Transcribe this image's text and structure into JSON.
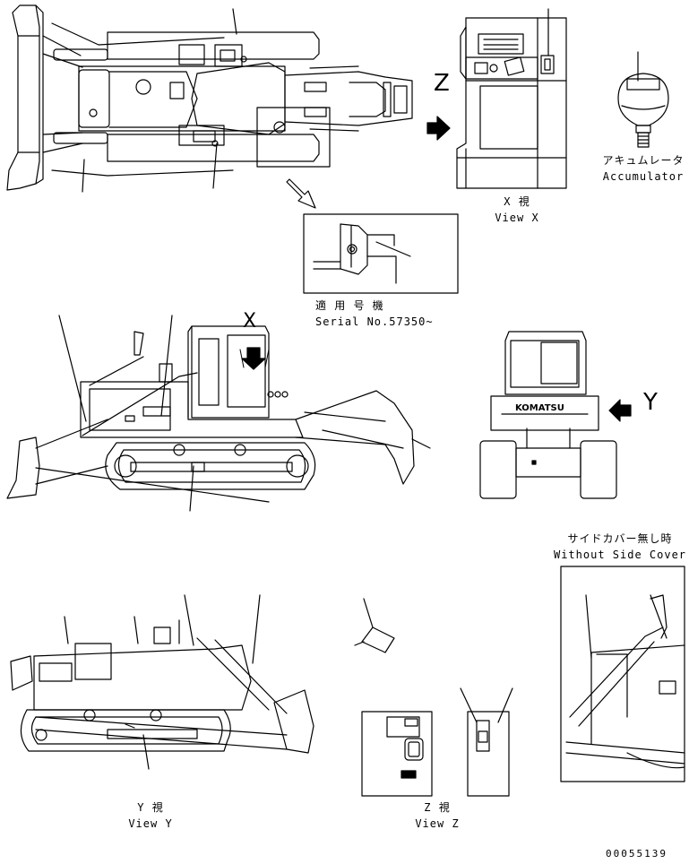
{
  "labels": {
    "view_x_jp": "X 視",
    "view_x_en": "View X",
    "accumulator_jp": "アキュムレータ",
    "accumulator_en": "Accumulator",
    "serial_jp": "適 用 号 機",
    "serial_en": "Serial No.57350~",
    "side_cover_jp": "サイドカバー無し時",
    "side_cover_en": "Without Side Cover",
    "view_y_jp": "Y 視",
    "view_y_en": "View Y",
    "view_z_jp": "Z 視",
    "view_z_en": "View Z",
    "letter_z": "Z",
    "letter_x": "X",
    "letter_y": "Y",
    "brand": "KOMATSU",
    "drawing_no": "00055139"
  },
  "icons": {
    "arrow_z": "right-arrow-icon",
    "arrow_x": "down-arrow-icon",
    "arrow_y": "left-arrow-icon",
    "arrow_detail": "outline-diagonal-arrow-icon"
  }
}
